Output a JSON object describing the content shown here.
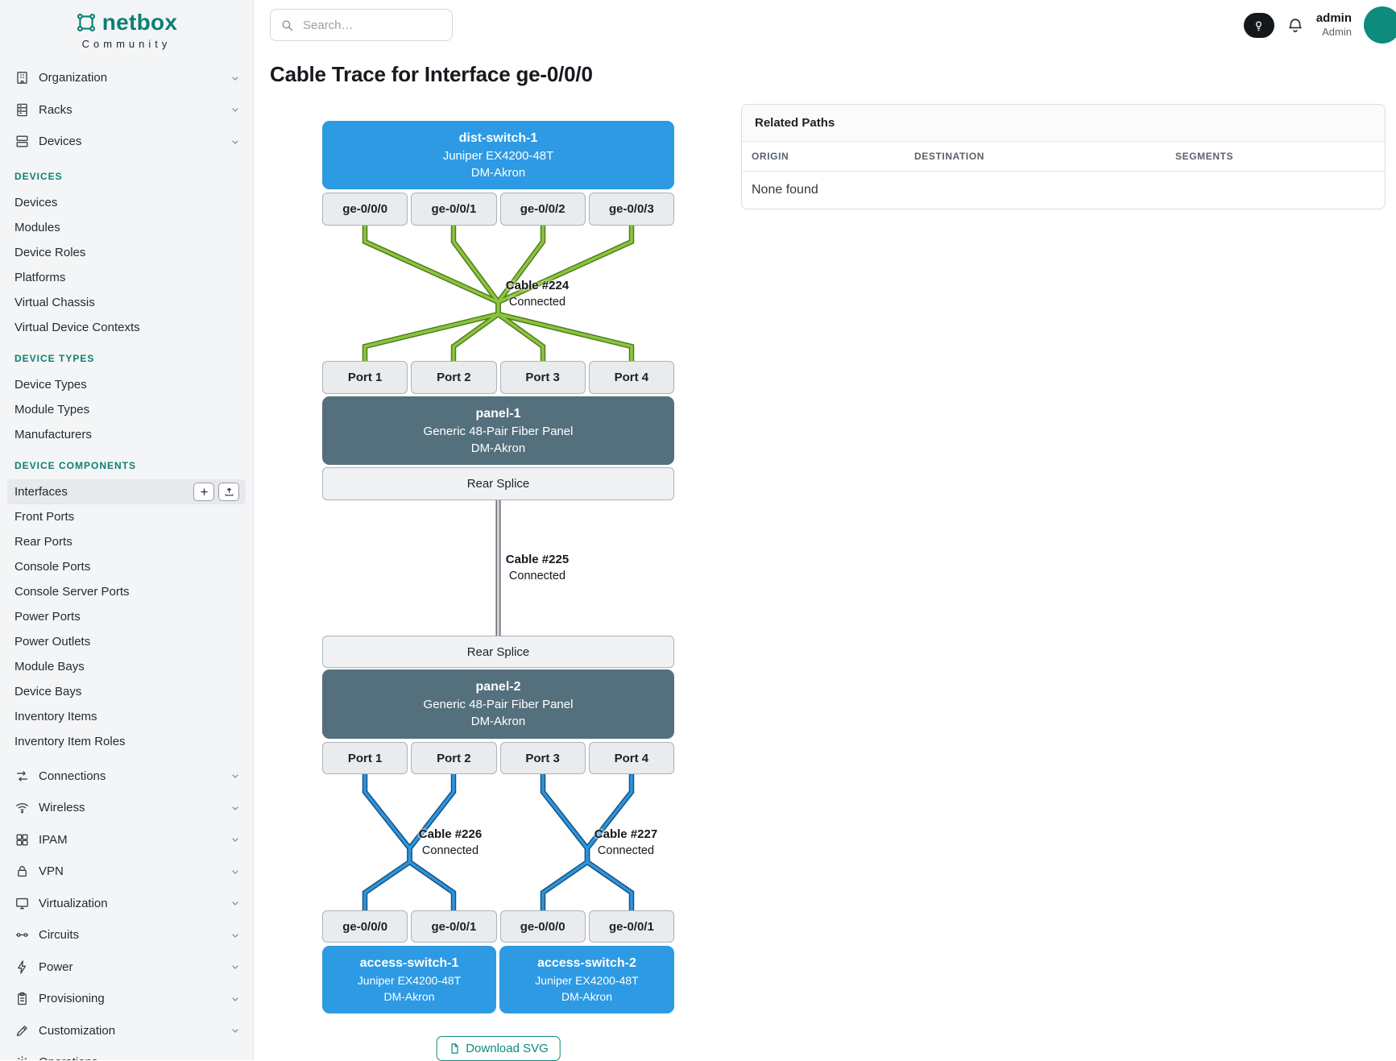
{
  "brand": {
    "name": "netbox",
    "subtitle": "Community"
  },
  "topbar": {
    "search_placeholder": "Search…",
    "username": "admin",
    "role": "Admin"
  },
  "sidebar": {
    "groups_top": [
      {
        "label": "Organization",
        "icon": "building-icon"
      },
      {
        "label": "Racks",
        "icon": "rack-icon"
      },
      {
        "label": "Devices",
        "icon": "server-stack-icon"
      }
    ],
    "sections": [
      {
        "title": "DEVICES",
        "items": [
          "Devices",
          "Modules",
          "Device Roles",
          "Platforms",
          "Virtual Chassis",
          "Virtual Device Contexts"
        ]
      },
      {
        "title": "DEVICE TYPES",
        "items": [
          "Device Types",
          "Module Types",
          "Manufacturers"
        ]
      },
      {
        "title": "DEVICE COMPONENTS",
        "items": [
          "Interfaces",
          "Front Ports",
          "Rear Ports",
          "Console Ports",
          "Console Server Ports",
          "Power Ports",
          "Power Outlets",
          "Module Bays",
          "Device Bays",
          "Inventory Items",
          "Inventory Item Roles"
        ]
      }
    ],
    "groups_bottom": [
      {
        "label": "Connections",
        "icon": "cross-arrows-icon"
      },
      {
        "label": "Wireless",
        "icon": "wifi-icon"
      },
      {
        "label": "IPAM",
        "icon": "grid-icon"
      },
      {
        "label": "VPN",
        "icon": "lock-icon"
      },
      {
        "label": "Virtualization",
        "icon": "monitor-icon"
      },
      {
        "label": "Circuits",
        "icon": "circuit-icon"
      },
      {
        "label": "Power",
        "icon": "bolt-icon"
      },
      {
        "label": "Provisioning",
        "icon": "clipboard-icon"
      },
      {
        "label": "Customization",
        "icon": "pencil-icon"
      },
      {
        "label": "Operations",
        "icon": "gear-icon"
      }
    ],
    "active_item": "Interfaces"
  },
  "page": {
    "title": "Cable Trace for Interface ge-0/0/0"
  },
  "trace": {
    "top_device": {
      "name": "dist-switch-1",
      "model": "Juniper EX4200-48T",
      "site": "DM-Akron"
    },
    "top_ports": [
      "ge-0/0/0",
      "ge-0/0/1",
      "ge-0/0/2",
      "ge-0/0/3"
    ],
    "cables": [
      {
        "label": "Cable #224",
        "status": "Connected",
        "color": "#8cc43e"
      },
      {
        "label": "Cable #225",
        "status": "Connected",
        "color": "#d0d3d6"
      },
      {
        "label": "Cable #226",
        "status": "Connected",
        "color": "#2e94e0"
      },
      {
        "label": "Cable #227",
        "status": "Connected",
        "color": "#2e94e0"
      }
    ],
    "panel1": {
      "name": "panel-1",
      "model": "Generic 48-Pair Fiber Panel",
      "site": "DM-Akron",
      "ports": [
        "Port 1",
        "Port 2",
        "Port 3",
        "Port 4"
      ],
      "rear": "Rear Splice"
    },
    "panel2": {
      "name": "panel-2",
      "model": "Generic 48-Pair Fiber Panel",
      "site": "DM-Akron",
      "ports": [
        "Port 1",
        "Port 2",
        "Port 3",
        "Port 4"
      ],
      "rear": "Rear Splice"
    },
    "bottom_ports": [
      "ge-0/0/0",
      "ge-0/0/1",
      "ge-0/0/0",
      "ge-0/0/1"
    ],
    "access1": {
      "name": "access-switch-1",
      "model": "Juniper EX4200-48T",
      "site": "DM-Akron"
    },
    "access2": {
      "name": "access-switch-2",
      "model": "Juniper EX4200-48T",
      "site": "DM-Akron"
    }
  },
  "related_paths": {
    "title": "Related Paths",
    "columns": [
      "ORIGIN",
      "DESTINATION",
      "SEGMENTS"
    ],
    "empty": "None found"
  },
  "actions": {
    "download_svg": "Download SVG"
  },
  "colors": {
    "brand_teal": "#0b8073",
    "device_blue": "#2d9ae3",
    "panel_slate": "#54707d",
    "cable_green": "#8cc43e",
    "cable_blue": "#2e94e0",
    "cable_gray": "#d0d3d6"
  }
}
